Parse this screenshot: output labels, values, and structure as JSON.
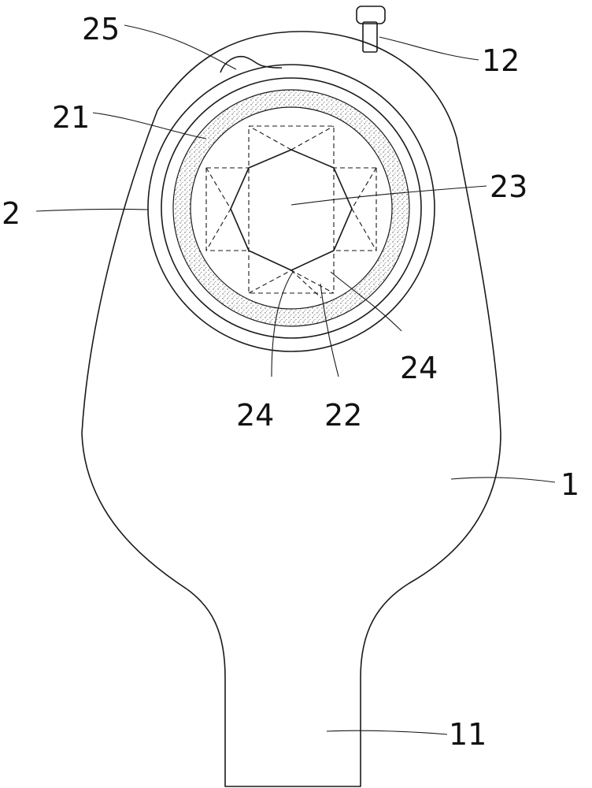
{
  "labels": {
    "bag": "1",
    "outlet": "11",
    "valve": "12",
    "flange": "2",
    "adhesive_ring": "21",
    "cut_guide": "22",
    "stoma_opening": "23",
    "slit_left": "24",
    "slit_right": "24",
    "tab": "25"
  }
}
